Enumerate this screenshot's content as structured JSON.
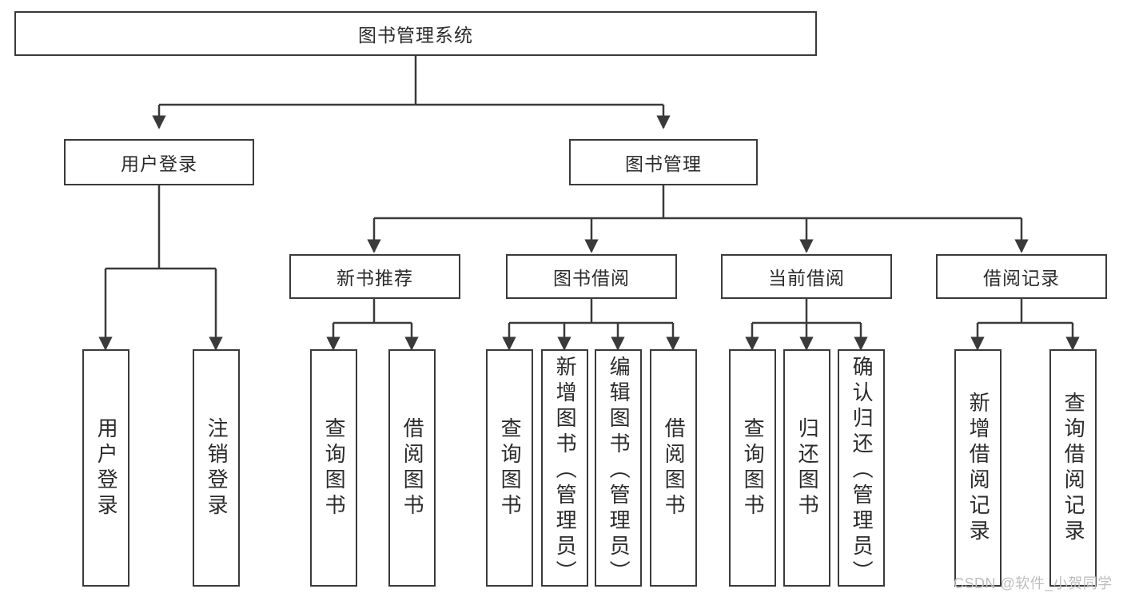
{
  "diagram": {
    "title": "图书管理系统",
    "type": "hierarchy-tree",
    "root": {
      "id": "root",
      "label": "图书管理系统"
    },
    "level2": [
      {
        "id": "user-login",
        "label": "用户登录"
      },
      {
        "id": "book-manage",
        "label": "图书管理"
      }
    ],
    "level3": [
      {
        "id": "new-book-recommend",
        "label": "新书推荐",
        "parent": "book-manage"
      },
      {
        "id": "book-borrow",
        "label": "图书借阅",
        "parent": "book-manage"
      },
      {
        "id": "current-borrow",
        "label": "当前借阅",
        "parent": "book-manage"
      },
      {
        "id": "borrow-record",
        "label": "借阅记录",
        "parent": "book-manage"
      }
    ],
    "leaves": [
      {
        "id": "leaf-user-login",
        "label": "用户登录",
        "parent": "user-login"
      },
      {
        "id": "leaf-logout-login",
        "label": "注销登录",
        "parent": "user-login"
      },
      {
        "id": "leaf-query-book-1",
        "label": "查询图书",
        "parent": "new-book-recommend"
      },
      {
        "id": "leaf-borrow-book-1",
        "label": "借阅图书",
        "parent": "new-book-recommend"
      },
      {
        "id": "leaf-query-book-2",
        "label": "查询图书",
        "parent": "book-borrow"
      },
      {
        "id": "leaf-add-book",
        "label": "新增图书（管理员）",
        "parent": "book-borrow"
      },
      {
        "id": "leaf-edit-book",
        "label": "编辑图书（管理员）",
        "parent": "book-borrow"
      },
      {
        "id": "leaf-borrow-book-2",
        "label": "借阅图书",
        "parent": "book-borrow"
      },
      {
        "id": "leaf-query-book-3",
        "label": "查询图书",
        "parent": "current-borrow"
      },
      {
        "id": "leaf-return-book",
        "label": "归还图书",
        "parent": "current-borrow"
      },
      {
        "id": "leaf-confirm-return",
        "label": "确认归还（管理员）",
        "parent": "current-borrow"
      },
      {
        "id": "leaf-add-record",
        "label": "新增借阅记录",
        "parent": "borrow-record"
      },
      {
        "id": "leaf-query-record",
        "label": "查询借阅记录",
        "parent": "borrow-record"
      }
    ]
  },
  "watermark": {
    "text": "CSDN @软件_小贺同学"
  },
  "colors": {
    "stroke": "#3a3a3a",
    "text": "#2b2b2b",
    "background": "#ffffff",
    "watermark": "#bdbdbd"
  }
}
